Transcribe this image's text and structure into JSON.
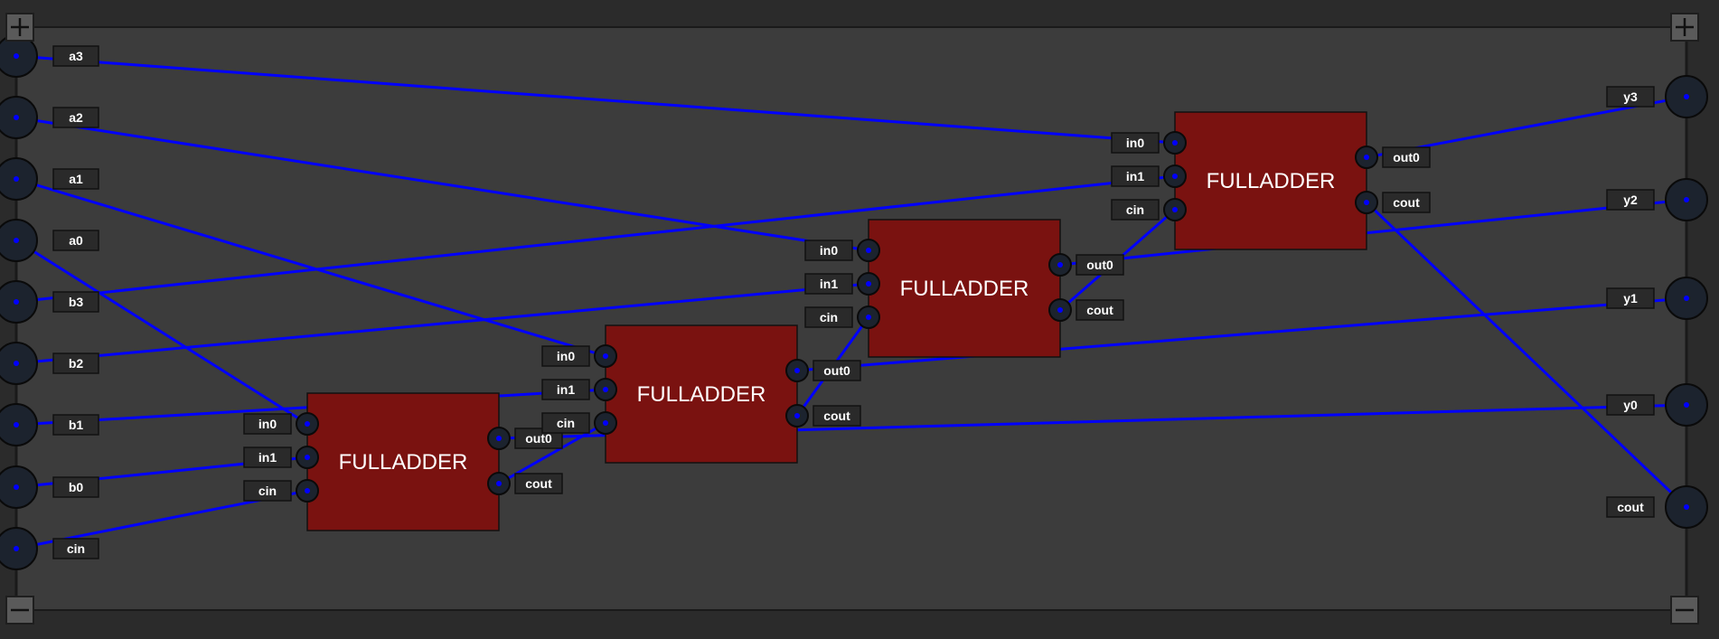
{
  "inputs": [
    {
      "name": "a3",
      "label": "a3"
    },
    {
      "name": "a2",
      "label": "a2"
    },
    {
      "name": "a1",
      "label": "a1"
    },
    {
      "name": "a0",
      "label": "a0"
    },
    {
      "name": "b3",
      "label": "b3"
    },
    {
      "name": "b2",
      "label": "b2"
    },
    {
      "name": "b1",
      "label": "b1"
    },
    {
      "name": "b0",
      "label": "b0"
    },
    {
      "name": "cin",
      "label": "cin"
    }
  ],
  "outputs": [
    {
      "name": "y3",
      "label": "y3"
    },
    {
      "name": "y2",
      "label": "y2"
    },
    {
      "name": "y1",
      "label": "y1"
    },
    {
      "name": "y0",
      "label": "y0"
    },
    {
      "name": "cout",
      "label": "cout"
    }
  ],
  "blocks": [
    {
      "id": "fa0",
      "title": "FULLADDER",
      "inputs": [
        "in0",
        "in1",
        "cin"
      ],
      "outputs": [
        "out0",
        "cout"
      ]
    },
    {
      "id": "fa1",
      "title": "FULLADDER",
      "inputs": [
        "in0",
        "in1",
        "cin"
      ],
      "outputs": [
        "out0",
        "cout"
      ]
    },
    {
      "id": "fa2",
      "title": "FULLADDER",
      "inputs": [
        "in0",
        "in1",
        "cin"
      ],
      "outputs": [
        "out0",
        "cout"
      ]
    },
    {
      "id": "fa3",
      "title": "FULLADDER",
      "inputs": [
        "in0",
        "in1",
        "cin"
      ],
      "outputs": [
        "out0",
        "cout"
      ]
    }
  ],
  "wires": [
    {
      "from": "in:a3",
      "to": "fa3:in0"
    },
    {
      "from": "in:a2",
      "to": "fa2:in0"
    },
    {
      "from": "in:a1",
      "to": "fa1:in0"
    },
    {
      "from": "in:a0",
      "to": "fa0:in0"
    },
    {
      "from": "in:b3",
      "to": "fa3:in1"
    },
    {
      "from": "in:b2",
      "to": "fa2:in1"
    },
    {
      "from": "in:b1",
      "to": "fa1:in1"
    },
    {
      "from": "in:b0",
      "to": "fa0:in1"
    },
    {
      "from": "in:cin",
      "to": "fa0:cin"
    },
    {
      "from": "fa0:cout",
      "to": "fa1:cin"
    },
    {
      "from": "fa1:cout",
      "to": "fa2:cin"
    },
    {
      "from": "fa2:cout",
      "to": "fa3:cin"
    },
    {
      "from": "fa0:out0",
      "to": "out:y0"
    },
    {
      "from": "fa1:out0",
      "to": "out:y1"
    },
    {
      "from": "fa2:out0",
      "to": "out:y2"
    },
    {
      "from": "fa3:out0",
      "to": "out:y3"
    },
    {
      "from": "fa3:cout",
      "to": "out:cout"
    }
  ],
  "colors": {
    "background": "#2b2b2b",
    "canvas": "#3c3c3c",
    "wire": "#0000ff",
    "block_fill": "#7a1210",
    "port": "#1c232e",
    "label_bg": "#2a2a2a"
  },
  "controls": {
    "add_input": "+",
    "remove_input": "−",
    "add_output": "+",
    "remove_output": "−"
  }
}
